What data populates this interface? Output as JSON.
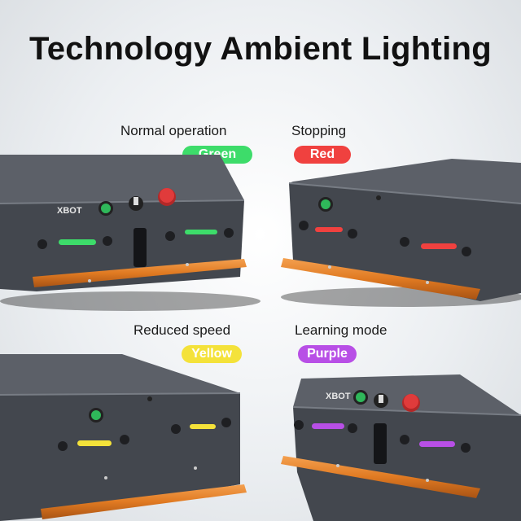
{
  "title": "Technology Ambient Lighting",
  "brand": "XBOT",
  "panels": [
    {
      "label": "Normal operation",
      "mode": "Green",
      "color": "#3ddc6a"
    },
    {
      "label": "Stopping",
      "mode": "Red",
      "color": "#f0413f"
    },
    {
      "label": "Reduced speed",
      "mode": "Yellow",
      "color": "#f4e23a"
    },
    {
      "label": "Learning mode",
      "mode": "Purple",
      "color": "#b84fe6"
    }
  ]
}
